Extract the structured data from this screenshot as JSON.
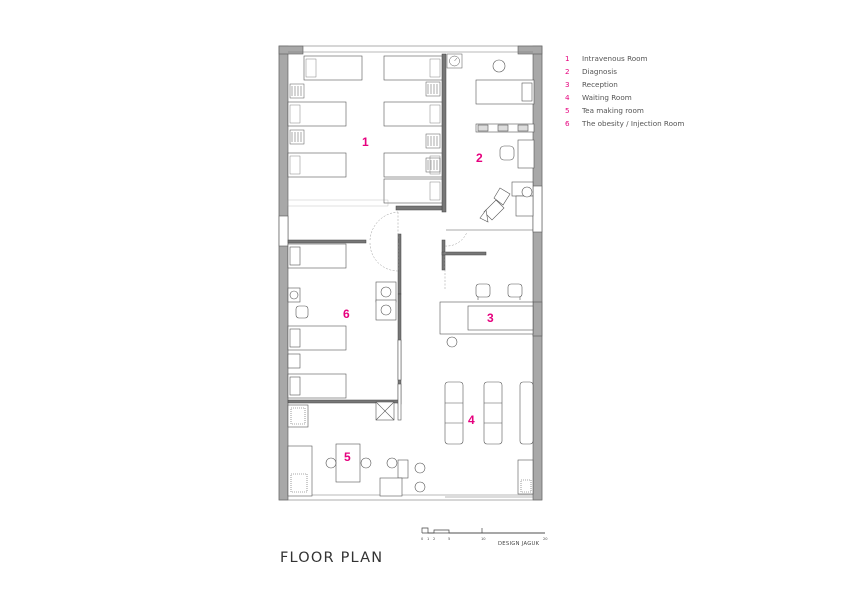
{
  "accent_color": "#e6007e",
  "wall_color": "#a8a8a8",
  "legend": [
    {
      "num": "1",
      "label": "Intravenous Room"
    },
    {
      "num": "2",
      "label": "Diagnosis"
    },
    {
      "num": "3",
      "label": "Reception"
    },
    {
      "num": "4",
      "label": "Waiting Room"
    },
    {
      "num": "5",
      "label": "Tea making room"
    },
    {
      "num": "6",
      "label": "The obesity / Injection Room"
    }
  ],
  "room_labels": {
    "r1": "1",
    "r2": "2",
    "r3": "3",
    "r4": "4",
    "r5": "5",
    "r6": "6"
  },
  "title": "FLOOR PLAN",
  "credit": "DESIGN JAGUK",
  "scale_ticks": [
    "0",
    "1",
    "2",
    "5",
    "10",
    "20"
  ]
}
